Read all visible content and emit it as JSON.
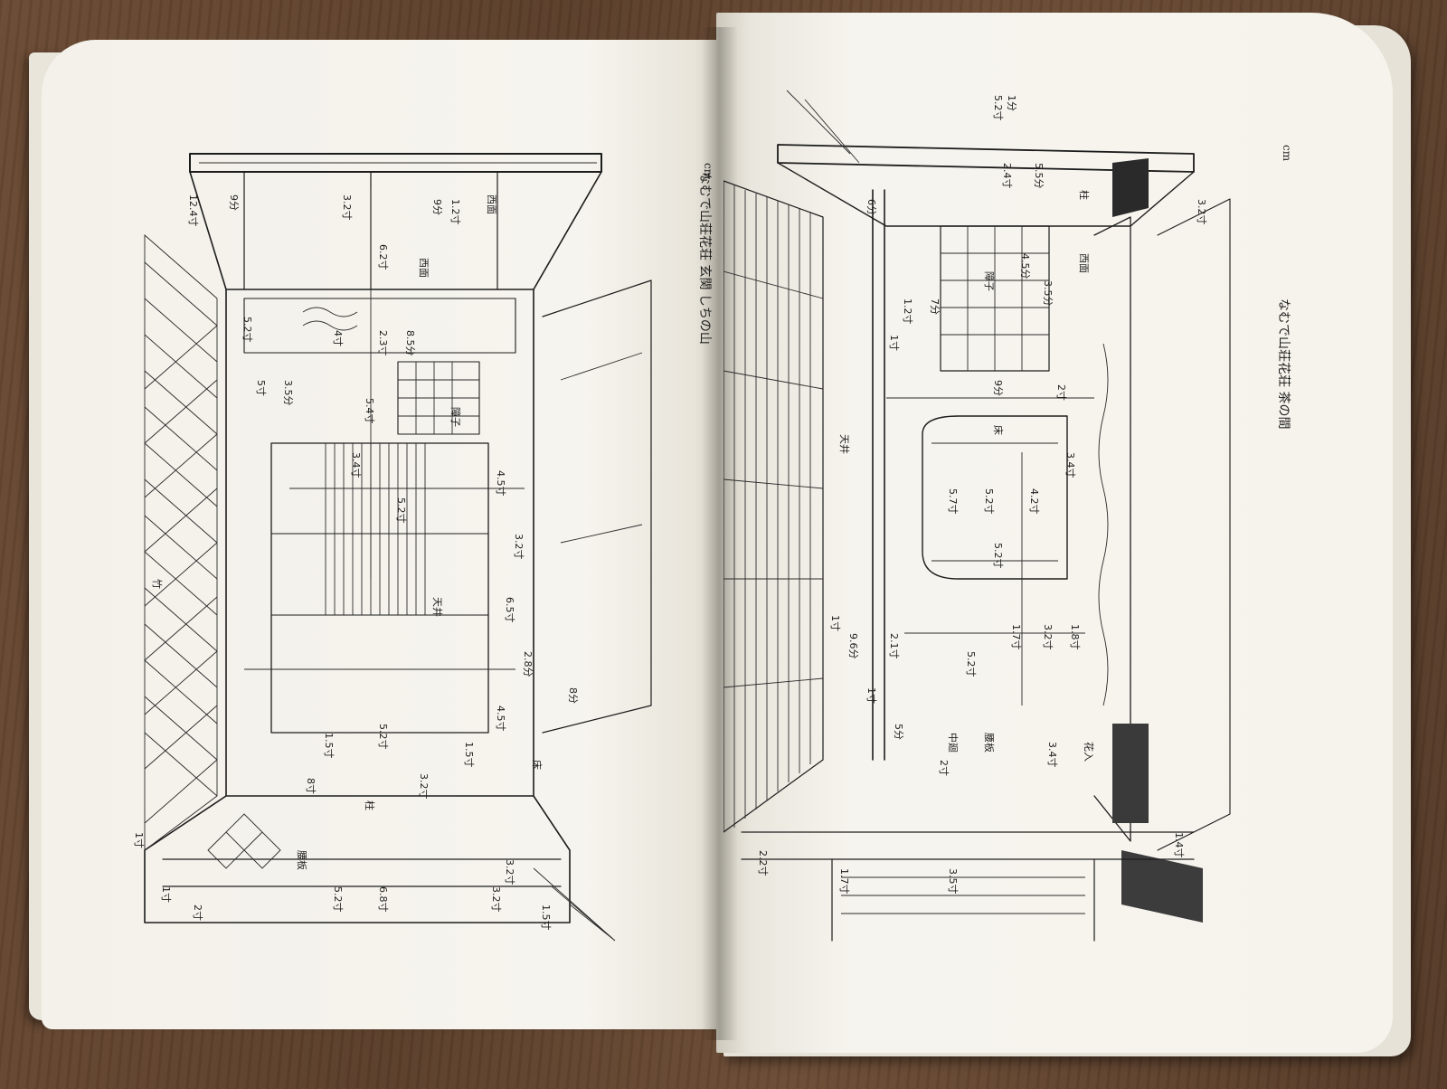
{
  "left_page": {
    "caption": "なむで山荘花荘 玄関 しちの山",
    "page_mark": "cm",
    "annotations": [
      "12.4寸",
      "9分",
      "3.2寸",
      "6.2寸",
      "9分",
      "1.2寸",
      "5.2寸",
      "5寸",
      "3.5分",
      "4寸",
      "2.3寸",
      "8.5分",
      "5.4寸",
      "3.4寸",
      "5.2寸",
      "4.5寸",
      "3.2寸",
      "6.5寸",
      "2.8分",
      "4.5寸",
      "8分",
      "1.5寸",
      "5.2寸",
      "8寸",
      "3.2寸",
      "1.5寸",
      "3.2寸",
      "1寸",
      "5.2寸",
      "6.8寸",
      "3.2寸",
      "1.5寸",
      "2寸",
      "1寸"
    ],
    "labels": [
      "西面",
      "西面",
      "柱",
      "竹",
      "腰板",
      "天井",
      "床",
      "障子"
    ]
  },
  "right_page": {
    "caption": "なむで山荘花荘 茶の間",
    "page_mark": "cm",
    "annotations": [
      "5.2寸",
      "1分",
      "3.2寸",
      "2.4寸",
      "5.5分",
      "6分",
      "3.5分",
      "4.5分",
      "1寸",
      "7分",
      "9分",
      "2寸",
      "1.2寸",
      "5.7寸",
      "5.2寸",
      "5.2寸",
      "4.2寸",
      "3.4寸",
      "1.8寸",
      "1.7寸",
      "3.2寸",
      "5.2寸",
      "9.6分",
      "2.1寸",
      "1寸",
      "1寸",
      "5分",
      "2寸",
      "3.4寸",
      "1.4寸",
      "2.2寸",
      "1.7寸",
      "3.5寸"
    ],
    "labels": [
      "柱",
      "西面",
      "天井",
      "床",
      "障子",
      "中廻",
      "腰板",
      "花入"
    ]
  }
}
